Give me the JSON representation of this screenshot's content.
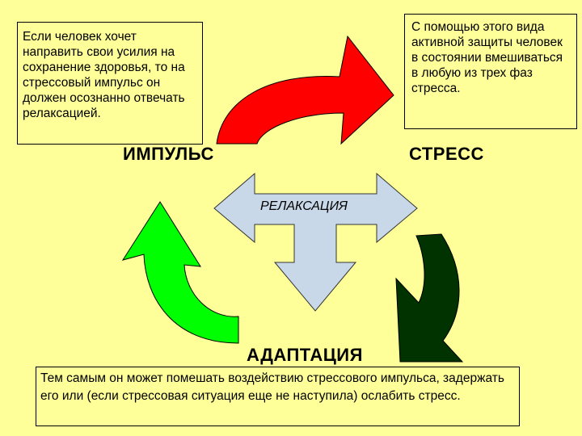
{
  "notes": {
    "left": "Если человек хочет направить свои усилия на сохранение здоровья, то на стрессовый импульс он должен осознанно отвечать релаксацией.",
    "right": "С помощью этого вида активной защиты человек в состоянии вмешиваться в любую из трех фаз стресса.",
    "bottom": "Тем самым он может помешать воздействию стрессового импульса, задержать его или (если стрессовая ситуация еще не наступила) ослабить стресс."
  },
  "labels": {
    "impulse": "ИМПУЛЬС",
    "stress": "СТРЕСС",
    "adaptation": "АДАПТАЦИЯ",
    "relaxation": "РЕЛАКСАЦИЯ"
  },
  "colors": {
    "background": "#ffff99",
    "arrow_red": "#ff0000",
    "arrow_dark_green": "#003300",
    "arrow_green": "#00cc00",
    "relax_arrow": "#c8d8e8"
  }
}
